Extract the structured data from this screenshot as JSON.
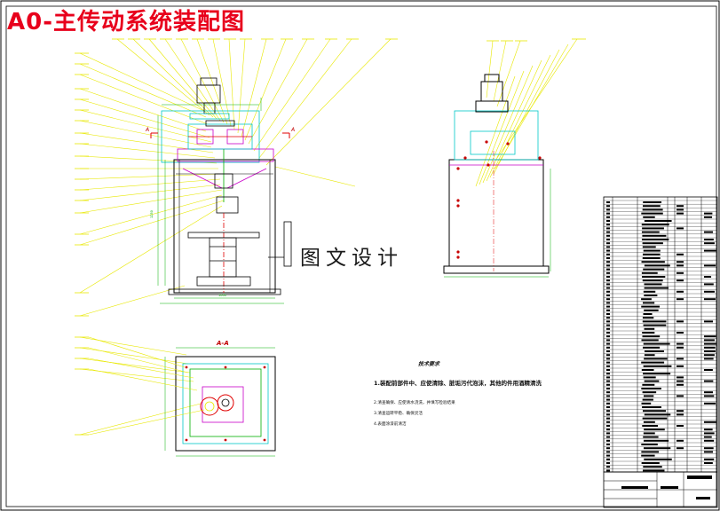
{
  "drawing": {
    "title": "A0-主传动系统装配图",
    "watermark": "图文设计",
    "section_label": "A-A",
    "section_marker": "A"
  },
  "notes": {
    "heading": "技术要求",
    "items": [
      "1.装配前部件中、应使清除、脏垢污代泡沫，其他的件用酒精清洗",
      "2.清查确保、应使清水浇洗，并填写检验结果",
      "3.清查运转平稳、确保灵活",
      "4.表面涂漆前清洁"
    ]
  },
  "colors": {
    "frame": "#000000",
    "border_blue": "#0000ff",
    "leader_yellow": "#e8e800",
    "dim_green": "#00b000",
    "part_cyan": "#00c8c8",
    "part_magenta": "#c800c8",
    "part_red": "#e00000",
    "title_red": "#e8001c"
  }
}
